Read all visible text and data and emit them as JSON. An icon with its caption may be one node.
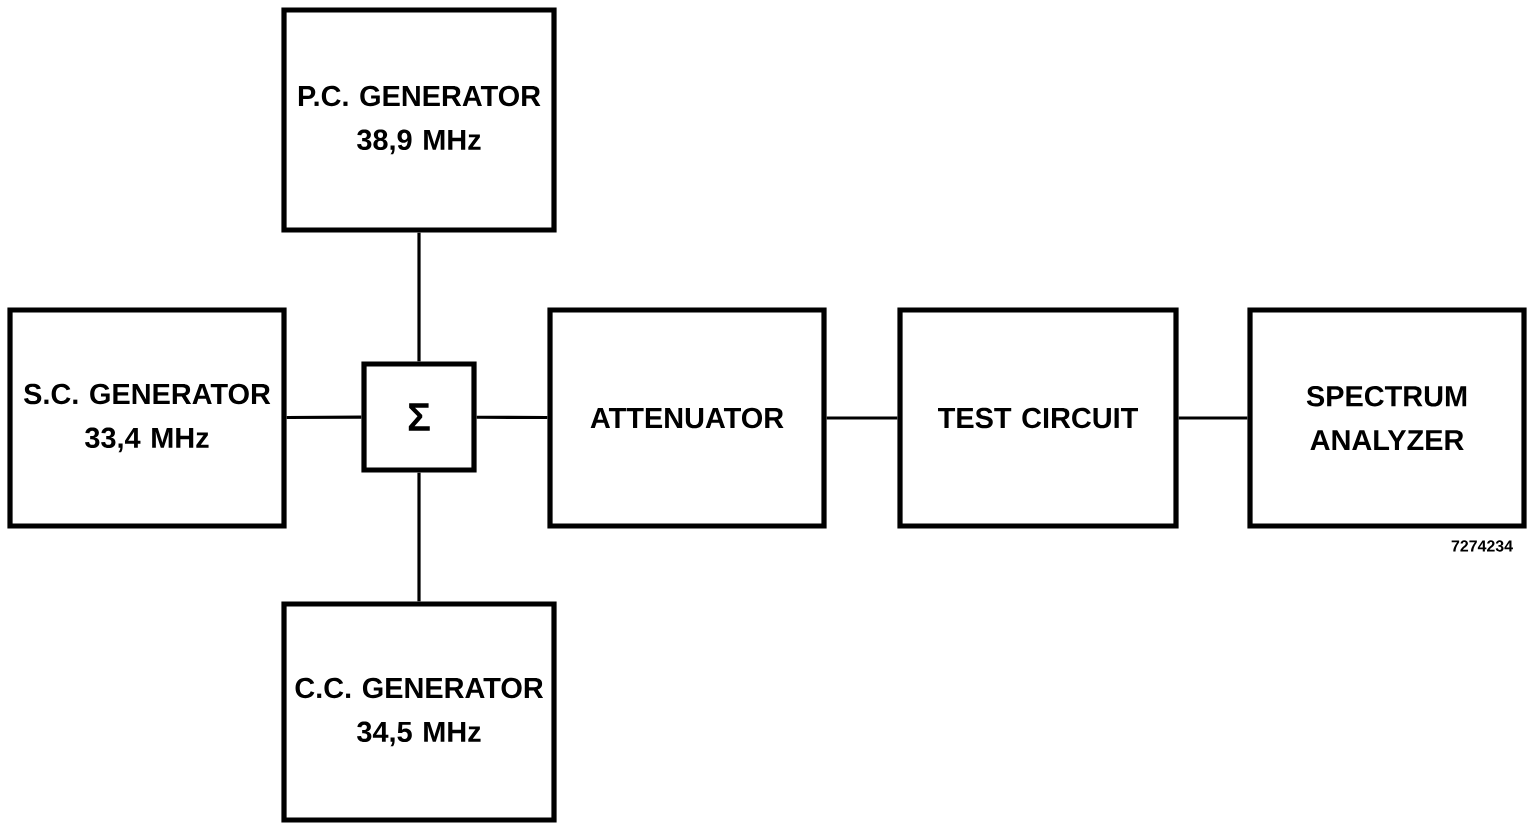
{
  "diagram": {
    "nodes": [
      {
        "text": [
          "P.C. GENERATOR",
          "38,9 MHz"
        ]
      },
      {
        "text": [
          "S.C. GENERATOR",
          "33,4 MHz"
        ]
      },
      {
        "text": [
          "Σ"
        ]
      },
      {
        "text": [
          "ATTENUATOR"
        ]
      },
      {
        "text": [
          "TEST CIRCUIT"
        ]
      },
      {
        "text": [
          "SPECTRUM ANALYZER"
        ]
      },
      {
        "text": [
          "C.C. GENERATOR",
          "34,5 MHz"
        ]
      }
    ],
    "edges": [
      {
        "from": 0,
        "to": 2,
        "arrow": "none"
      },
      {
        "from": 1,
        "to": 2,
        "arrow": "none"
      },
      {
        "from": 6,
        "to": 2,
        "arrow": "none"
      },
      {
        "from": 2,
        "to": 3,
        "arrow": "none"
      },
      {
        "from": 3,
        "to": 4,
        "arrow": "none"
      },
      {
        "from": 4,
        "to": 5,
        "arrow": "none"
      }
    ],
    "labels": [
      "7274234"
    ]
  }
}
